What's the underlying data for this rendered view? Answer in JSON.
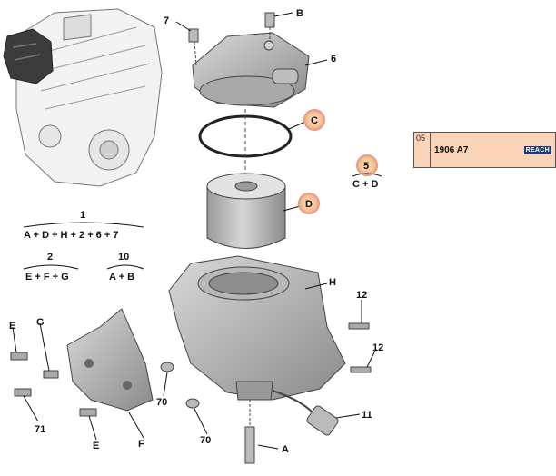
{
  "part_labels": {
    "l7": "7",
    "lB": "B",
    "l6": "6",
    "lC": "C",
    "lD": "D",
    "l5": "5",
    "l5sub": "C + D",
    "lH": "H",
    "l12a": "12",
    "l12b": "12",
    "l11": "11",
    "lA": "A",
    "l70a": "70",
    "l70b": "70",
    "lF": "F",
    "lE1": "E",
    "lE2": "E",
    "lG": "G",
    "l71": "71"
  },
  "kit_groups": [
    {
      "number": "1",
      "contents": "A + D + H + 2 + 6 + 7"
    },
    {
      "number": "2",
      "contents": "E + F + G"
    },
    {
      "number": "10",
      "contents": "A + B"
    }
  ],
  "reference_box": {
    "index": "05",
    "code": "1906 A7",
    "badge": "REACH"
  },
  "colors": {
    "callout_fill": "#f6c9a0",
    "callout_ring": "#e05a5a",
    "ref_bg": "#fbd3b6",
    "badge_bg": "#1c3a7a"
  }
}
